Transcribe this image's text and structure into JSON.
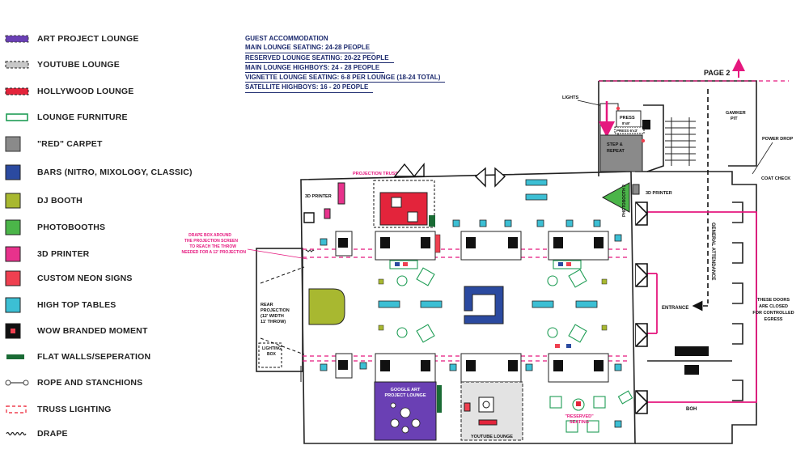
{
  "legend": [
    {
      "label": "ART PROJECT LOUNGE",
      "icon": "purple-bar-swatch",
      "color": "#6a40b4"
    },
    {
      "label": "YOUTUBE LOUNGE",
      "icon": "gray-dashed-swatch",
      "color": "#c8c8c8"
    },
    {
      "label": "HOLLYWOOD LOUNGE",
      "icon": "red-dashed-swatch",
      "color": "#e3243b"
    },
    {
      "label": "LOUNGE FURNITURE",
      "icon": "green-outline-swatch",
      "color": "#1f9d55"
    },
    {
      "label": "\"RED\" CARPET",
      "icon": "gray-square-swatch",
      "color": "#8a8a8a"
    },
    {
      "label": "BARS (NITRO, MIXOLOGY, CLASSIC)",
      "icon": "blue-square-swatch",
      "color": "#2b4aa0"
    },
    {
      "label": "DJ BOOTH",
      "icon": "olive-square-swatch",
      "color": "#a8b830"
    },
    {
      "label": "PHOTOBOOTHS",
      "icon": "green-square-swatch",
      "color": "#4bb549"
    },
    {
      "label": "3D PRINTER",
      "icon": "pink-square-swatch",
      "color": "#e8328c"
    },
    {
      "label": "CUSTOM NEON SIGNS",
      "icon": "coral-square-swatch",
      "color": "#ef4050"
    },
    {
      "label": "HIGH TOP TABLES",
      "icon": "cyan-square-swatch",
      "color": "#3cbfd4"
    },
    {
      "label": "WOW BRANDED MOMENT",
      "icon": "black-red-square-swatch",
      "color": "#111111"
    },
    {
      "label": "FLAT WALLS/SEPERATION",
      "icon": "green-bar-swatch",
      "color": "#1a6b35"
    },
    {
      "label": "ROPE AND STANCHIONS",
      "icon": "rope-stanchion-swatch",
      "color": "#444444"
    },
    {
      "label": "TRUSS LIGHTING",
      "icon": "red-dashed-outline-swatch",
      "color": "#ef4050"
    },
    {
      "label": "DRAPE",
      "icon": "drape-wave-swatch",
      "color": "#222222"
    }
  ],
  "guest": {
    "title": "GUEST ACCOMMODATION",
    "lines": [
      "MAIN LOUNGE SEATING: 24-28 PEOPLE",
      "RESERVED LOUNGE SEATING: 20-22 PEOPLE",
      "MAIN LOUNGE HIGHBOYS: 24 - 28 PEOPLE",
      "VIGNETTE LOUNGE SEATING: 6-8 PER LOUNGE (18-24 TOTAL)",
      "SATELLITE HIGHBOYS: 16 - 20 PEOPLE"
    ]
  },
  "plan": {
    "page2": "PAGE 2",
    "lights": "LIGHTS",
    "press": "PRESS",
    "press_size": "8'x8'",
    "press2": "PRESS 6'x3'",
    "step_repeat_1": "STEP &",
    "step_repeat_2": "REPEAT",
    "gawker_1": "GAWKER",
    "gawker_2": "PIT",
    "power_drop": "POWER DROP",
    "coat_check": "COAT CHECK",
    "printer_left": "3D PRINTER",
    "printer_right": "3D PRINTER",
    "photobooth": "PHOTOBOOTH 2",
    "projection_truss": "PROJECTION TRUSS",
    "drape_note": [
      "DRAPE BOX AROUND",
      "THE PROJECTION SCREEN",
      "TO REACH THE THROW",
      "NEEDED FOR A 12' PROJECTION"
    ],
    "rear_projection": [
      "REAR",
      "PROJECTION",
      "(12' WIDTH",
      "11' THROW)"
    ],
    "lighting_box": [
      "LIGHTING",
      "BOX"
    ],
    "general_attendance": "GENERAL ATTENDANCE",
    "entrance": "ENTRANCE",
    "doors_note": [
      "THESE DOORS",
      "ARE CLOSED",
      "FOR CONTROLLED",
      "EGRESS"
    ],
    "google_art": [
      "GOOGLE ART",
      "PROJECT LOUNGE"
    ],
    "youtube_lounge": "YOUTUBE LOUNGE",
    "reserved": [
      "\"RESERVED\"",
      "SEATING"
    ],
    "boh": "BOH"
  }
}
